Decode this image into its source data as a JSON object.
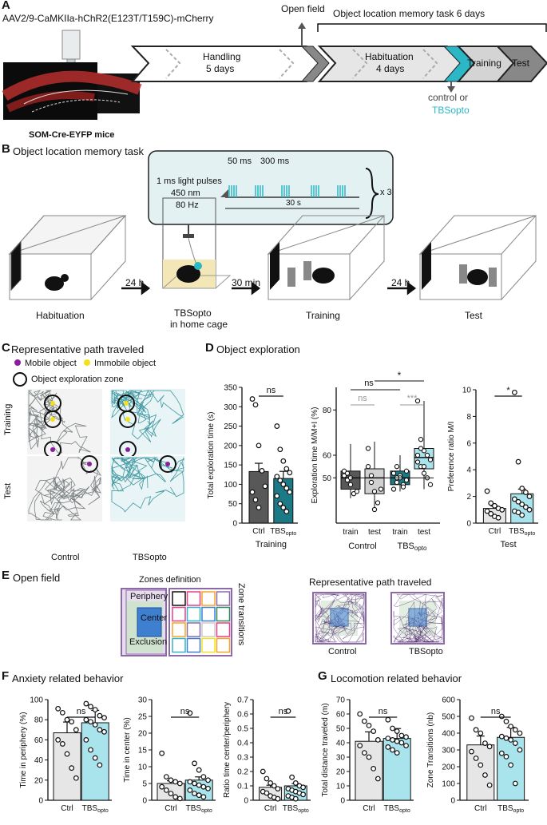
{
  "panelA": {
    "letter": "A",
    "construct": "AAV2/9-CaMKIIa-hChR2(E123T/T159C)-mCherry",
    "mouse_line": "SOM-Cre-EYFP mice",
    "open_field": "Open field",
    "olm_task": "Object location memory task 6 days",
    "handling": "Handling",
    "handling_days": "5 days",
    "habituation": "Habituation",
    "habituation_days": "4 days",
    "training": "Training",
    "test": "Test",
    "control_or": "control or",
    "tbs_opto": "TBSopto"
  },
  "panelB": {
    "letter": "B",
    "title": "Object location memory task",
    "pulses": "1 ms light pulses",
    "wavelength": "450 nm",
    "frequency": "80 Hz",
    "t50": "50 ms",
    "t300": "300 ms",
    "t30s": "30 s",
    "repeat": "x 3",
    "steps": [
      "Habituation",
      "TBSopto",
      "in home cage",
      "Training",
      "Test"
    ],
    "delays": [
      "24 h",
      "30 min",
      "24 h"
    ]
  },
  "panelC": {
    "letter": "C",
    "title": "Representative path traveled",
    "legend_mobile": "Mobile object",
    "legend_immobile": "Immobile object",
    "legend_zone": "Object exploration zone",
    "row_training": "Training",
    "row_test": "Test",
    "col_control": "Control",
    "col_tbs": "TBSopto",
    "colors": {
      "control": "#6e7577",
      "tbs": "#2f8f99",
      "mobile": "#8a1f9c",
      "immobile": "#f3e21b"
    }
  },
  "panelD": {
    "letter": "D",
    "title": "Object exploration",
    "sig_ns": "ns",
    "sig_star": "*",
    "sig_3star": "***"
  },
  "panelE": {
    "letter": "E",
    "title": "Open field",
    "zones_def": "Zones definition",
    "periphery": "Periphery",
    "center": "Center",
    "exclusion": "Exclusion",
    "zone_transitions": "Zone transitions",
    "rep_path": "Representative path traveled",
    "control": "Control",
    "tbs": "TBSopto"
  },
  "panelF": {
    "letter": "F",
    "title": "Anxiety related behavior"
  },
  "panelG": {
    "letter": "G",
    "title": "Locomotion related behavior"
  },
  "chart_data": [
    {
      "id": "D1",
      "type": "bar",
      "title": "",
      "ylabel": "Total exploration time (s)",
      "xlabel": "Training",
      "categories": [
        "Ctrl",
        "TBSopto"
      ],
      "values": [
        133,
        115
      ],
      "ylim": [
        0,
        350
      ],
      "ticks": [
        0,
        50,
        100,
        150,
        200,
        250,
        300,
        350
      ],
      "sig": "ns",
      "points": [
        [
          320,
          305,
          200,
          135,
          95,
          80,
          60,
          40
        ],
        [
          250,
          190,
          160,
          140,
          130,
          120,
          110,
          100,
          90,
          80,
          70,
          50,
          40,
          30
        ]
      ]
    },
    {
      "id": "D2",
      "type": "box",
      "title": "",
      "ylabel": "Exploration time M/M+I (%)",
      "categories": [
        "train",
        "test",
        "train",
        "test"
      ],
      "groups": [
        "Control",
        "TBSopto"
      ],
      "yticks": [
        50,
        60,
        80
      ],
      "medians": [
        50,
        50,
        50,
        59
      ],
      "q1": [
        45,
        43,
        47,
        54
      ],
      "q3": [
        53,
        54,
        53,
        63
      ],
      "whisk_lo": [
        41,
        35,
        44,
        45
      ],
      "whisk_hi": [
        65,
        66,
        60,
        84
      ],
      "points": [
        [
          51,
          49,
          47,
          43,
          44,
          53,
          52,
          50
        ],
        [
          55,
          51,
          44,
          39,
          45,
          63,
          48,
          36
        ],
        [
          52,
          48,
          51,
          47,
          53,
          45,
          55,
          50,
          46,
          49,
          52,
          50
        ],
        [
          84,
          67,
          62,
          60,
          58,
          57,
          55,
          52,
          50,
          47,
          60,
          63,
          55
        ]
      ],
      "sig": [
        "ns",
        "ns",
        "***",
        "*"
      ]
    },
    {
      "id": "D3",
      "type": "bar",
      "title": "",
      "ylabel": "Preference ratio M/I",
      "xlabel": "Test",
      "categories": [
        "Ctrl",
        "TBSopto"
      ],
      "values": [
        1.1,
        2.2
      ],
      "ylim": [
        0,
        10
      ],
      "ticks": [
        0,
        2,
        4,
        6,
        8,
        10
      ],
      "sig": "*",
      "points": [
        [
          2.4,
          1.5,
          1.3,
          1.1,
          1.0,
          0.9,
          0.7,
          0.5,
          0.4
        ],
        [
          9.8,
          4.6,
          2.6,
          2.3,
          2.0,
          1.8,
          1.6,
          1.4,
          1.2,
          1.0,
          0.9,
          0.8,
          0.6
        ]
      ]
    },
    {
      "id": "F1",
      "type": "bar",
      "ylabel": "Time in periphery (%)",
      "categories": [
        "Ctrl",
        "TBSopto"
      ],
      "values": [
        67,
        77
      ],
      "ylim": [
        0,
        100
      ],
      "ticks": [
        0,
        20,
        40,
        60,
        80,
        100
      ],
      "sig": "ns",
      "points": [
        [
          91,
          87,
          80,
          78,
          70,
          60,
          56,
          46,
          32,
          22
        ],
        [
          96,
          93,
          90,
          84,
          82,
          80,
          78,
          75,
          70,
          68,
          60,
          50,
          42,
          35
        ]
      ]
    },
    {
      "id": "F2",
      "type": "bar",
      "ylabel": "Time in center (%)",
      "categories": [
        "Ctrl",
        "TBSopto"
      ],
      "values": [
        5,
        6
      ],
      "ylim": [
        0,
        30
      ],
      "ticks": [
        0,
        5,
        10,
        15,
        20,
        25,
        30
      ],
      "sig": "ns",
      "points": [
        [
          14,
          7,
          6,
          5.5,
          5,
          4,
          3,
          2,
          1,
          0.5
        ],
        [
          26,
          11,
          9,
          7,
          6,
          5.5,
          5,
          4.5,
          4,
          3.5,
          3,
          2,
          1.5,
          1
        ]
      ]
    },
    {
      "id": "F3",
      "type": "bar",
      "ylabel": "Ratio time center/periphery",
      "categories": [
        "Ctrl",
        "TBSopto"
      ],
      "values": [
        0.09,
        0.1
      ],
      "ylim": [
        0,
        0.7
      ],
      "ticks": [
        0,
        0.1,
        0.2,
        0.3,
        0.4,
        0.5,
        0.6,
        0.7
      ],
      "sig": "ns",
      "points": [
        [
          0.2,
          0.15,
          0.12,
          0.1,
          0.08,
          0.06,
          0.05,
          0.03,
          0.02,
          0.01
        ],
        [
          0.62,
          0.16,
          0.12,
          0.1,
          0.09,
          0.08,
          0.07,
          0.06,
          0.05,
          0.04,
          0.03,
          0.02,
          0.01
        ]
      ]
    },
    {
      "id": "G1",
      "type": "bar",
      "ylabel": "Total distance traveled (m)",
      "categories": [
        "Ctrl",
        "TBSopto"
      ],
      "values": [
        41,
        43
      ],
      "ylim": [
        0,
        70
      ],
      "ticks": [
        0,
        10,
        20,
        30,
        40,
        50,
        60,
        70
      ],
      "sig": "ns",
      "points": [
        [
          60,
          55,
          52,
          48,
          42,
          38,
          33,
          30,
          22,
          15
        ],
        [
          56,
          50,
          48,
          45,
          44,
          43,
          42,
          41,
          40,
          38,
          37,
          35,
          33
        ]
      ]
    },
    {
      "id": "G2",
      "type": "bar",
      "ylabel": "Zone Transitions (nb)",
      "categories": [
        "Ctrl",
        "TBSopto"
      ],
      "values": [
        330,
        375
      ],
      "ylim": [
        0,
        600
      ],
      "ticks": [
        0,
        100,
        200,
        300,
        400,
        500,
        600
      ],
      "sig": "ns",
      "points": [
        [
          490,
          420,
          400,
          340,
          320,
          290,
          250,
          210,
          150,
          90
        ],
        [
          500,
          470,
          440,
          420,
          400,
          380,
          370,
          360,
          340,
          300,
          280,
          260,
          210,
          100
        ]
      ]
    }
  ]
}
